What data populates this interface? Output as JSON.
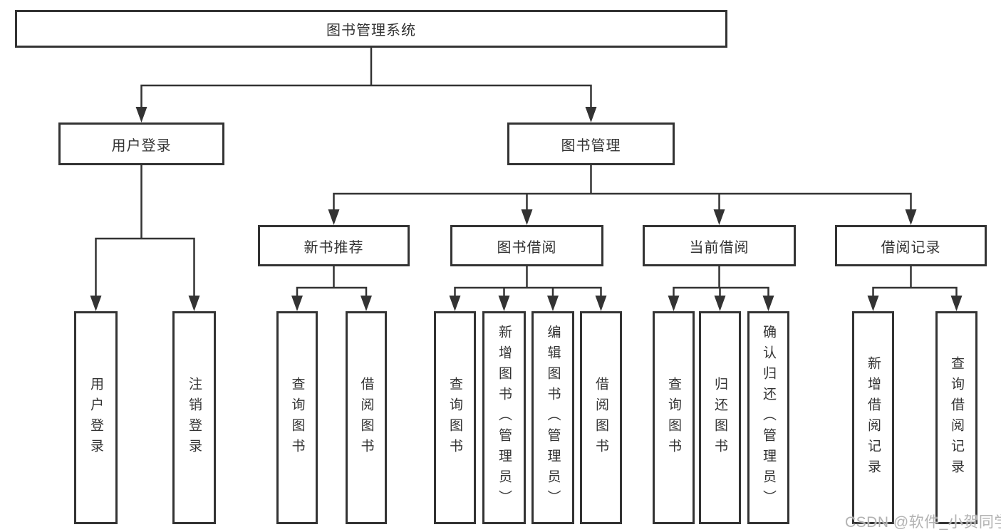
{
  "diagram": {
    "title": "图书管理系统",
    "root": {
      "label": "图书管理系统"
    },
    "branches": {
      "user": {
        "label": "用户登录",
        "children": [
          {
            "label": "用户登录"
          },
          {
            "label": "注销登录"
          }
        ]
      },
      "book": {
        "label": "图书管理",
        "sections": [
          {
            "label": "新书推荐",
            "children": [
              {
                "label": "查询图书"
              },
              {
                "label": "借阅图书"
              }
            ]
          },
          {
            "label": "图书借阅",
            "children": [
              {
                "label": "查询图书"
              },
              {
                "label": "新增图书（管理员）"
              },
              {
                "label": "编辑图书（管理员）"
              },
              {
                "label": "借阅图书"
              }
            ]
          },
          {
            "label": "当前借阅",
            "children": [
              {
                "label": "查询图书"
              },
              {
                "label": "归还图书"
              },
              {
                "label": "确认归还（管理员）"
              }
            ]
          },
          {
            "label": "借阅记录",
            "children": [
              {
                "label": "新增借阅记录"
              },
              {
                "label": "查询借阅记录"
              }
            ]
          }
        ]
      }
    }
  },
  "watermark": {
    "text": "CSDN @软件_小贺同学"
  },
  "colors": {
    "line": "#333333",
    "text": "#333333",
    "background": "#ffffff",
    "watermark": "#b2b2b2"
  }
}
